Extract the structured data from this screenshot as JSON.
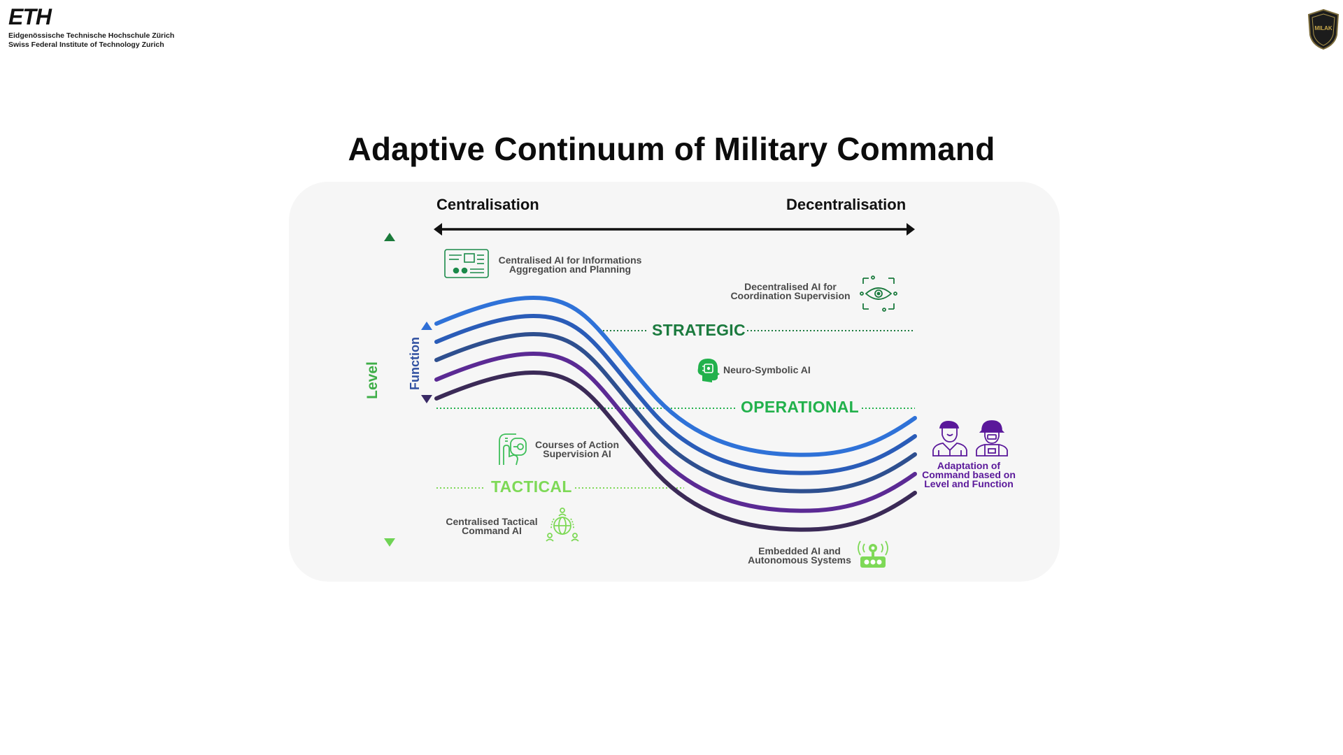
{
  "header": {
    "logo": "ETH",
    "institution_de": "Eidgenössische Technische Hochschule Zürich",
    "institution_en": "Swiss Federal Institute of Technology Zurich",
    "emblem_text": "MILAK"
  },
  "title": "Adaptive Continuum of Military Command",
  "axes": {
    "horizontal_left": "Centralisation",
    "horizontal_right": "Decentralisation",
    "vertical_level": "Level",
    "vertical_function": "Function"
  },
  "levels": {
    "strategic": "STRATEGIC",
    "operational": "OPERATIONAL",
    "tactical": "TACTICAL"
  },
  "labels": {
    "centralised_ai_line1": "Centralised AI for Informations",
    "centralised_ai_line2": "Aggregation and Planning",
    "decentralised_ai_line1": "Decentralised AI for",
    "decentralised_ai_line2": "Coordination Supervision",
    "neuro_symbolic": "Neuro-Symbolic AI",
    "courses_line1": "Courses of Action",
    "courses_line2": "Supervision AI",
    "tactical_cmd_line1": "Centralised Tactical",
    "tactical_cmd_line2": "Command AI",
    "embedded_line1": "Embedded AI and",
    "embedded_line2": "Autonomous Systems",
    "adaptation_line1": "Adaptation of",
    "adaptation_line2": "Command based on",
    "adaptation_line3": "Level and Function"
  },
  "colors": {
    "strategic": "#1b7a3e",
    "operational": "#22b14c",
    "tactical": "#7ed957",
    "level_arrow_top": "#1a7a3a",
    "level_arrow_bottom": "#6fd354",
    "function_arrow_top": "#2f6fd6",
    "function_arrow_bottom": "#3a2a66",
    "adaptation_text": "#5a189a",
    "curves": [
      "#2f72d8",
      "#2a5cb8",
      "#2e4f8f",
      "#5b2a94",
      "#3b2a57"
    ]
  },
  "icons": [
    "circuit-board-icon",
    "ai-eye-network-icon",
    "ai-head-icon",
    "hand-touch-chip-icon",
    "globe-network-people-icon",
    "robot-signal-icon",
    "officer-icon",
    "soldier-icon",
    "shield-emblem-icon"
  ]
}
